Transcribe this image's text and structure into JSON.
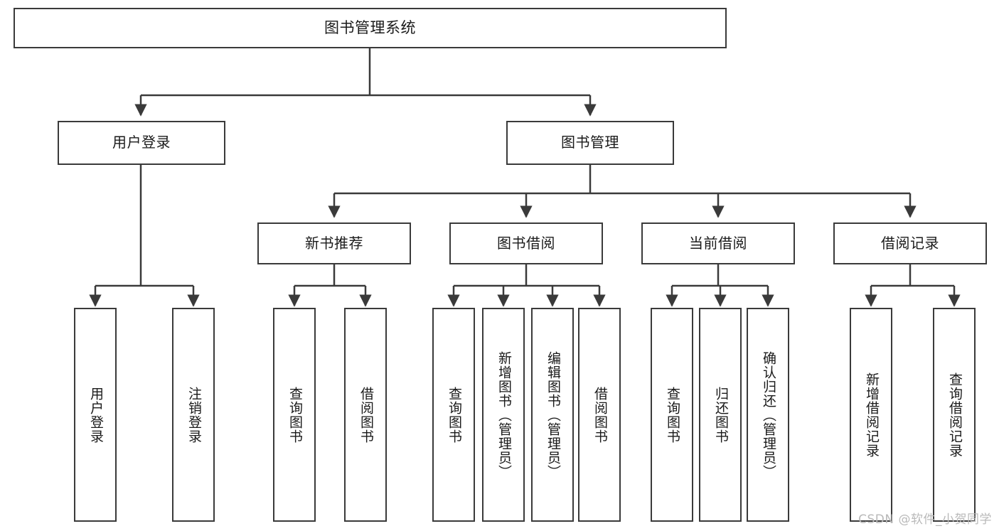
{
  "diagram": {
    "title": "图书管理系统",
    "watermark": "CSDN @软件_小贺同学",
    "line_color": "#3a3a3a",
    "box_fill": "#ffffff",
    "text_color": "#1a1a1a",
    "watermark_color": "#b9b9b9",
    "root": {
      "label": "图书管理系统"
    },
    "level2": [
      {
        "label": "用户登录"
      },
      {
        "label": "图书管理"
      }
    ],
    "level3": [
      {
        "label": "新书推荐"
      },
      {
        "label": "图书借阅"
      },
      {
        "label": "当前借阅"
      },
      {
        "label": "借阅记录"
      }
    ],
    "leaves": {
      "user_login": [
        {
          "label": "用户登录"
        },
        {
          "label": "注销登录"
        }
      ],
      "new_book_recommend": [
        {
          "label": "查询图书"
        },
        {
          "label": "借阅图书"
        }
      ],
      "book_borrow": [
        {
          "label": "查询图书"
        },
        {
          "label": "新增图书（管理员）"
        },
        {
          "label": "编辑图书（管理员）"
        },
        {
          "label": "借阅图书"
        }
      ],
      "current_borrow": [
        {
          "label": "查询图书"
        },
        {
          "label": "归还图书"
        },
        {
          "label": "确认归还（管理员）"
        }
      ],
      "borrow_record": [
        {
          "label": "新增借阅记录"
        },
        {
          "label": "查询借阅记录"
        }
      ]
    }
  }
}
